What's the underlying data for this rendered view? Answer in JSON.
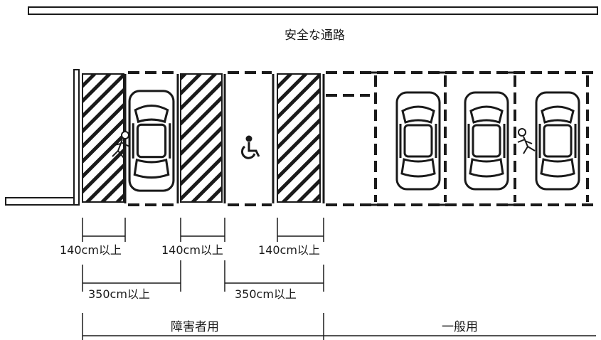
{
  "walkway": {
    "label": "安全な通路"
  },
  "icons": {
    "wheelchair": "wheelchair-icon",
    "person": "walking-person-icon",
    "car": "car-topview-icon"
  },
  "dimensions": {
    "aisle_1": "140cm以上",
    "aisle_2": "140cm以上",
    "aisle_3": "140cm以上",
    "span_1": "350cm以上",
    "span_2": "350cm以上"
  },
  "zones": {
    "accessible": "障害者用",
    "general": "一般用"
  },
  "colors": {
    "line": "#1a1a1a",
    "background": "#ffffff"
  }
}
